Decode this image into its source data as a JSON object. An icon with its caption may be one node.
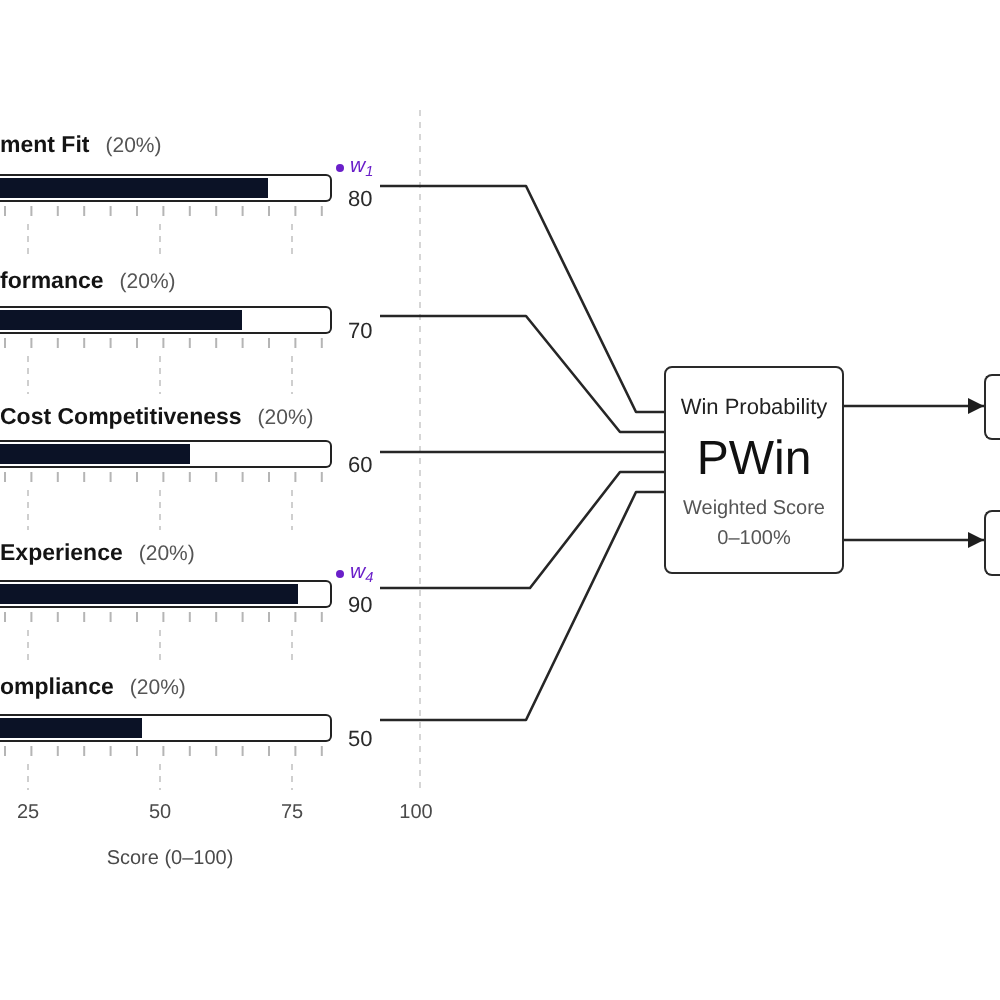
{
  "diagram": {
    "nodes": [
      {
        "text": [
          "ment Fit",
          "(20%)"
        ],
        "beside": [
          "w$_{1}$",
          "80"
        ]
      },
      {
        "text": [
          "formance",
          "(20%)"
        ],
        "beside": [
          "70"
        ]
      },
      {
        "text": [
          "Cost Competitiveness",
          "(20%)"
        ],
        "beside": [
          "60"
        ]
      },
      {
        "text": [
          "Experience",
          "(20%)"
        ],
        "beside": [
          "w$_{4}$",
          "90"
        ]
      },
      {
        "text": [
          "ompliance",
          "(20%)"
        ],
        "beside": [
          "50"
        ]
      },
      {
        "text": [
          "Win Probability",
          "PWin",
          "Weighted Score 0–100%"
        ]
      },
      {
        "text": [],
        "shape": "box"
      },
      {
        "text": [],
        "shape": "box"
      }
    ],
    "edges": [
      {
        "from": 0,
        "to": 5,
        "arrow": "none"
      },
      {
        "from": 1,
        "to": 5,
        "arrow": "none"
      },
      {
        "from": 2,
        "to": 5,
        "arrow": "none"
      },
      {
        "from": 3,
        "to": 5,
        "arrow": "none"
      },
      {
        "from": 4,
        "to": 5,
        "arrow": "none"
      },
      {
        "from": 5,
        "to": 6,
        "arrow": "to"
      },
      {
        "from": 5,
        "to": 7,
        "arrow": "to"
      }
    ],
    "labels": [
      "25",
      "50",
      "75",
      "100",
      "Score (0–100)"
    ]
  }
}
